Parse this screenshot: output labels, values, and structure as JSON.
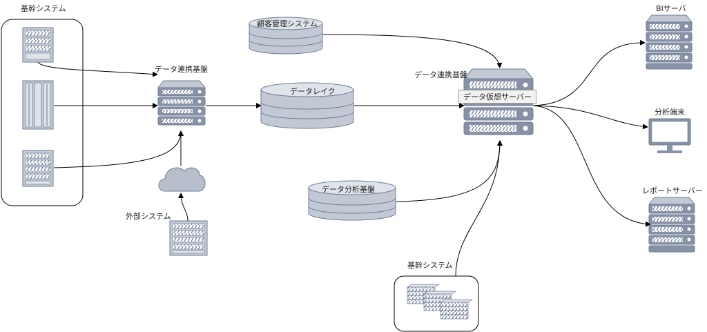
{
  "labels": {
    "kikan_top": "基幹システム",
    "renkei_left": "データ連携基盤",
    "kokyaku": "顧客管理システム",
    "datalake": "データレイク",
    "renkei_right": "データ連携基盤",
    "kaso_server": "データ仮想サーバー",
    "gaibu": "外部システム",
    "bunseki_kiban": "データ分析基盤",
    "kikan_bottom": "基幹システム",
    "bi_server": "BIサーバ",
    "bunseki_tanmatsu": "分析端末",
    "report_server": "レポートサーバー"
  },
  "colors": {
    "device_fill": "#b8bfcc",
    "device_stroke": "#6d7d96",
    "device_dark": "#51607a",
    "edge": "#000000",
    "group_border": "#000000"
  },
  "icons": {
    "server": "server-rack-icon",
    "database": "database-cylinder-icon",
    "cloud": "cloud-icon",
    "monitor": "monitor-icon",
    "server_farm": "server-farm-icon"
  }
}
